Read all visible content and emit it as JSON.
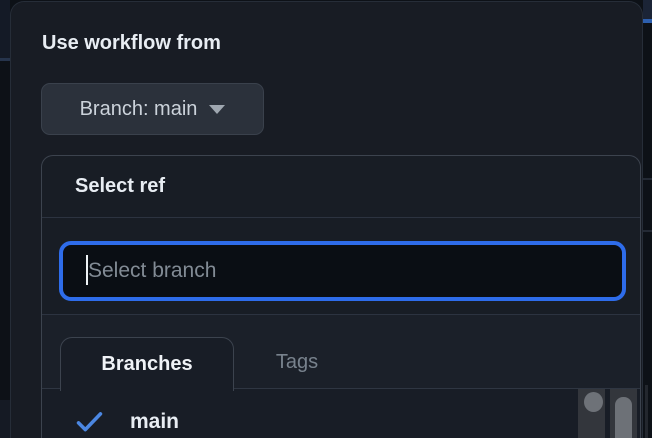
{
  "colors": {
    "page_bg": "#0d1117",
    "panel_bg": "#181c24",
    "focus_ring_blue": "#2e6cea",
    "check_blue": "#4b87e2"
  },
  "run_workflow_dialog": {
    "title": "Use workflow from",
    "branch_button": {
      "label": "Branch: main",
      "icon": "chevron-down"
    },
    "ref_selector": {
      "title": "Select ref",
      "search": {
        "placeholder": "Select branch",
        "value": ""
      },
      "tabs": [
        {
          "label": "Branches",
          "active": true
        },
        {
          "label": "Tags",
          "active": false
        }
      ],
      "items": [
        {
          "label": "main",
          "selected": true,
          "icon": "check"
        }
      ]
    }
  }
}
